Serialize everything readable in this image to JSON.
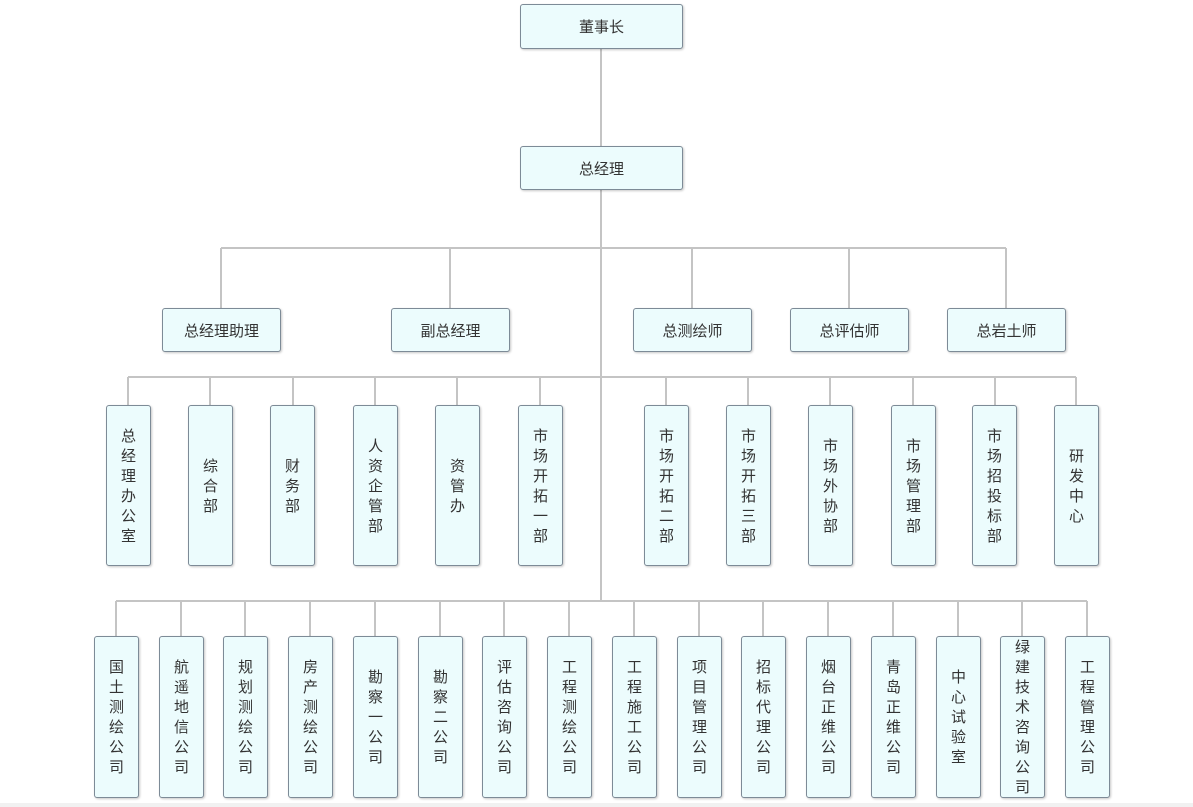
{
  "title": "",
  "chairman": "董事长",
  "general_manager": "总经理",
  "executives": [
    "总经理助理",
    "副总经理",
    "总测绘师",
    "总评估师",
    "总岩土师"
  ],
  "departments": [
    "总经理办公室",
    "综合部",
    "财务部",
    "人资企管部",
    "资管办",
    "市场开拓一部",
    "市场开拓二部",
    "市场开拓三部",
    "市场外协部",
    "市场管理部",
    "市场招投标部",
    "研发中心"
  ],
  "subsidiaries": [
    "国土测绘公司",
    "航遥地信公司",
    "规划测绘公司",
    "房产测绘公司",
    "勘察一公司",
    "勘察二公司",
    "评估咨询公司",
    "工程测绘公司",
    "工程施工公司",
    "项目管理公司",
    "招标代理公司",
    "烟台正维公司",
    "青岛正维公司",
    "中心试验室",
    "绿建技术咨询公司",
    "工程管理公司"
  ],
  "colors": {
    "node_fill": "#ecfcfd",
    "node_border": "#7d8b97",
    "connector": "#c4c4c4"
  }
}
